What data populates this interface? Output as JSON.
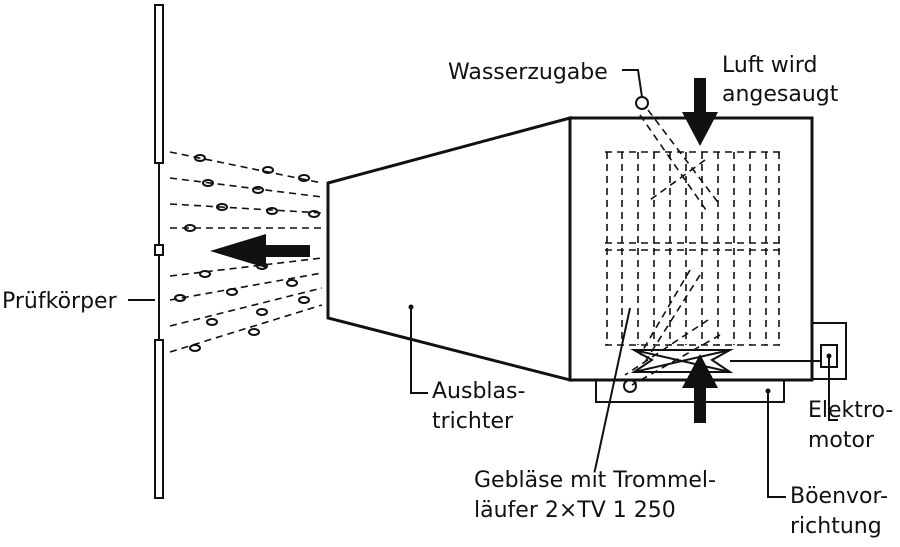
{
  "labels": {
    "wasserzugabe": "Wasserzugabe",
    "luft_line1": "Luft wird",
    "luft_line2": "angesaugt",
    "pruefkoerper": "Prüfkörper",
    "ausblas_line1": "Ausblas-",
    "ausblas_line2": "trichter",
    "elektro_line1": "Elektro-",
    "elektro_line2": "motor",
    "geblaese_line1": "Gebläse mit Trommel-",
    "geblaese_line2": "läufer 2×TV 1 250",
    "boeen_line1": "Böenvor-",
    "boeen_line2": "richtung"
  },
  "colors": {
    "ink": "#111111",
    "background": "#ffffff"
  }
}
